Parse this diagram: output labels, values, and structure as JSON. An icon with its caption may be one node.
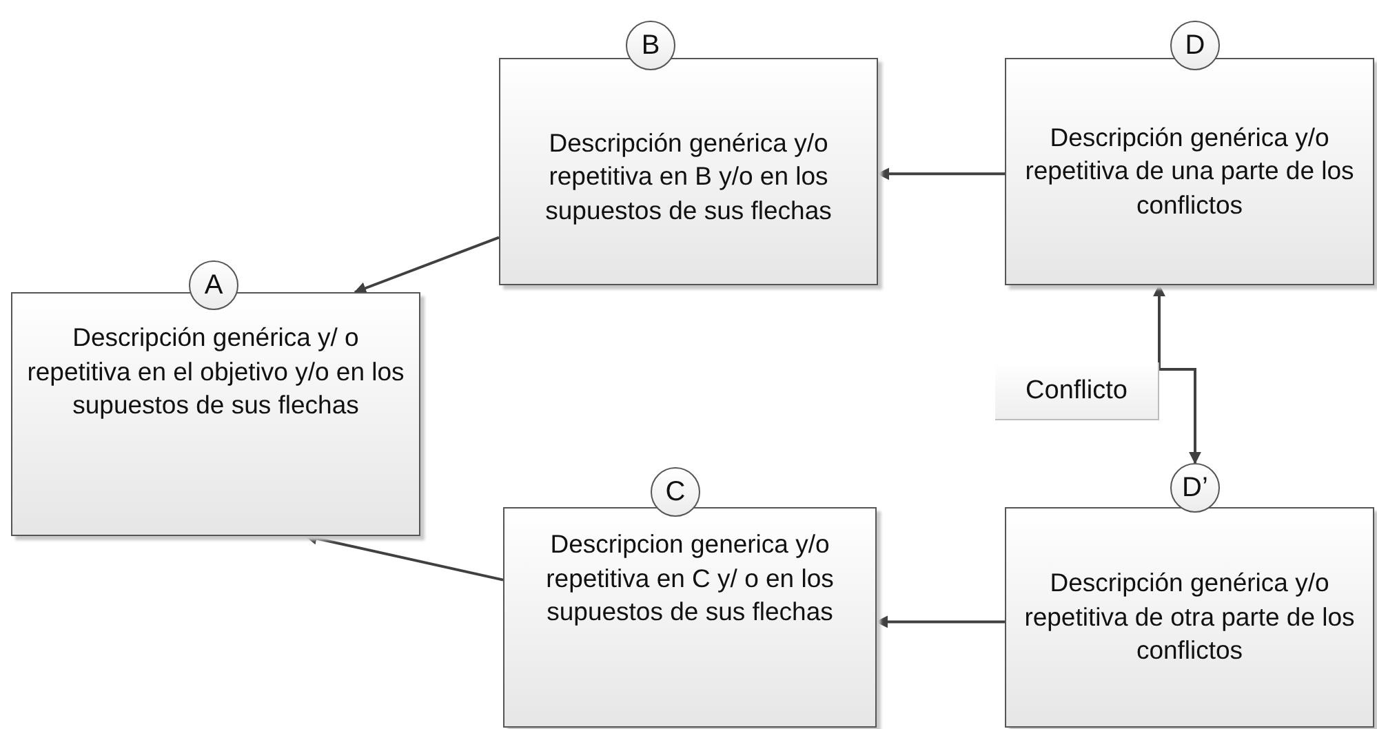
{
  "diagram": {
    "nodes": [
      {
        "text": [
          "B"
        ]
      },
      {
        "text": [
          "Descripción genérica y/o repetitiva en B y/o en los supuestos de sus flechas"
        ]
      },
      {
        "text": [
          "D"
        ]
      },
      {
        "text": [
          "Descripción genérica y/o repetitiva de una parte de los conflictos"
        ]
      },
      {
        "text": [
          "A"
        ]
      },
      {
        "text": [
          "Descripción genérica y/ o repetitiva en el objetivo y/o en los supuestos de sus flechas"
        ]
      },
      {
        "text": [
          "Conflicto"
        ]
      },
      {
        "text": [
          "C"
        ]
      },
      {
        "text": [
          "Descripcion generica y/o repetitiva en C y/ o en los supuestos de sus flechas"
        ]
      },
      {
        "text": [
          "D’"
        ]
      },
      {
        "text": [
          "Descripción genérica y/o repetitiva de otra parte de los conflictos"
        ]
      }
    ],
    "edges": [
      {
        "from": 1,
        "to": 5,
        "arrow": "to"
      },
      {
        "from": 3,
        "to": 1,
        "arrow": "to"
      },
      {
        "from": 8,
        "to": 5,
        "arrow": "to"
      },
      {
        "from": 10,
        "to": 8,
        "arrow": "to"
      },
      {
        "from": 6,
        "to": 3,
        "arrow": "to"
      },
      {
        "from": 6,
        "to": 9,
        "arrow": "to"
      }
    ]
  }
}
